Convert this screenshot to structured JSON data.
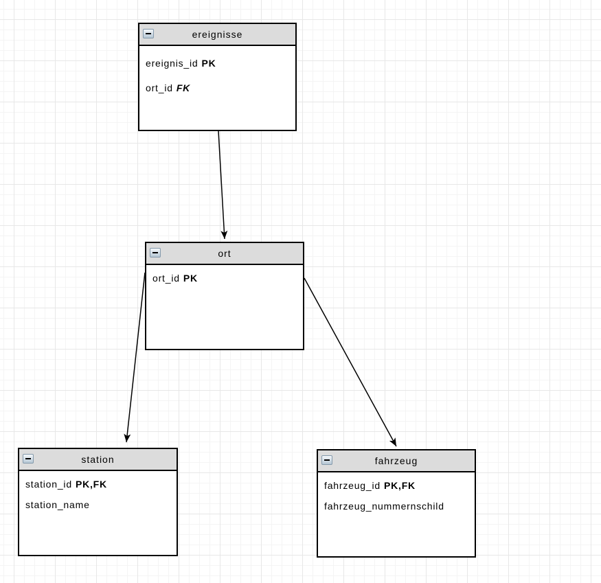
{
  "diagram": {
    "type": "entity-relationship",
    "colors": {
      "background": "#ffffff",
      "grid_minor": "#f4f4f4",
      "grid_major": "#e7e7e7",
      "entity_border": "#000000",
      "entity_header_fill": "#dcdcdc",
      "entity_body_fill": "#ffffff",
      "connector_stroke": "#000000"
    },
    "entities": [
      {
        "title": "ereignisse",
        "collapse_state": "expanded",
        "fields": [
          {
            "name": "ereignis_id",
            "keys": "PK"
          },
          {
            "name": "ort_id",
            "keys": "FK"
          }
        ]
      },
      {
        "title": "ort",
        "collapse_state": "expanded",
        "fields": [
          {
            "name": "ort_id",
            "keys": "PK"
          }
        ]
      },
      {
        "title": "station",
        "collapse_state": "expanded",
        "fields": [
          {
            "name": "station_id",
            "keys": "PK,FK"
          },
          {
            "name": "station_name",
            "keys": ""
          }
        ]
      },
      {
        "title": "fahrzeug",
        "collapse_state": "expanded",
        "fields": [
          {
            "name": "fahrzeug_id",
            "keys": "PK,FK"
          },
          {
            "name": "fahrzeug_nummernschild",
            "keys": ""
          }
        ]
      }
    ],
    "connectors": [
      {
        "from": "ereignisse",
        "to": "ort",
        "arrow": "filled-arrowhead-at-target"
      },
      {
        "from": "ort",
        "to": "station",
        "arrow": "filled-arrowhead-at-target"
      },
      {
        "from": "ort",
        "to": "fahrzeug",
        "arrow": "filled-arrowhead-at-target"
      }
    ]
  }
}
